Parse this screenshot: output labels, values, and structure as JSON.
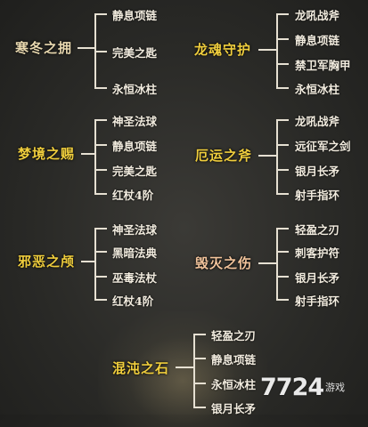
{
  "groups": [
    {
      "set": "寒冬之拥",
      "items": [
        "静息项链",
        "完美之匙",
        "永恒冰柱"
      ]
    },
    {
      "set": "龙魂守护",
      "items": [
        "龙吼战斧",
        "静息项链",
        "禁卫军胸甲",
        "永恒冰柱"
      ]
    },
    {
      "set": "梦境之赐",
      "items": [
        "神圣法球",
        "静息项链",
        "完美之匙",
        "红杖4阶"
      ]
    },
    {
      "set": "厄运之斧",
      "items": [
        "龙吼战斧",
        "远征军之剑",
        "银月长矛",
        "射手指环"
      ]
    },
    {
      "set": "邪恶之颅",
      "items": [
        "神圣法球",
        "黑暗法典",
        "巫毒法杖",
        "红杖4阶"
      ]
    },
    {
      "set": "毁灭之伤",
      "items": [
        "轻盈之刃",
        "刺客护符",
        "银月长矛",
        "射手指环"
      ]
    },
    {
      "set": "混沌之石",
      "items": [
        "轻盈之刃",
        "静息项链",
        "永恒冰柱",
        "银月长矛"
      ]
    }
  ],
  "watermark": {
    "logo": "7724",
    "sub": "游戏"
  },
  "colors": {
    "background": "#2a2a27",
    "line": "#e6e0d2",
    "item_text": "#f2ecdf",
    "set_yellow": "#f1cf3e",
    "set_light": "#e9d9b0",
    "set_peach": "#f2c49c"
  }
}
